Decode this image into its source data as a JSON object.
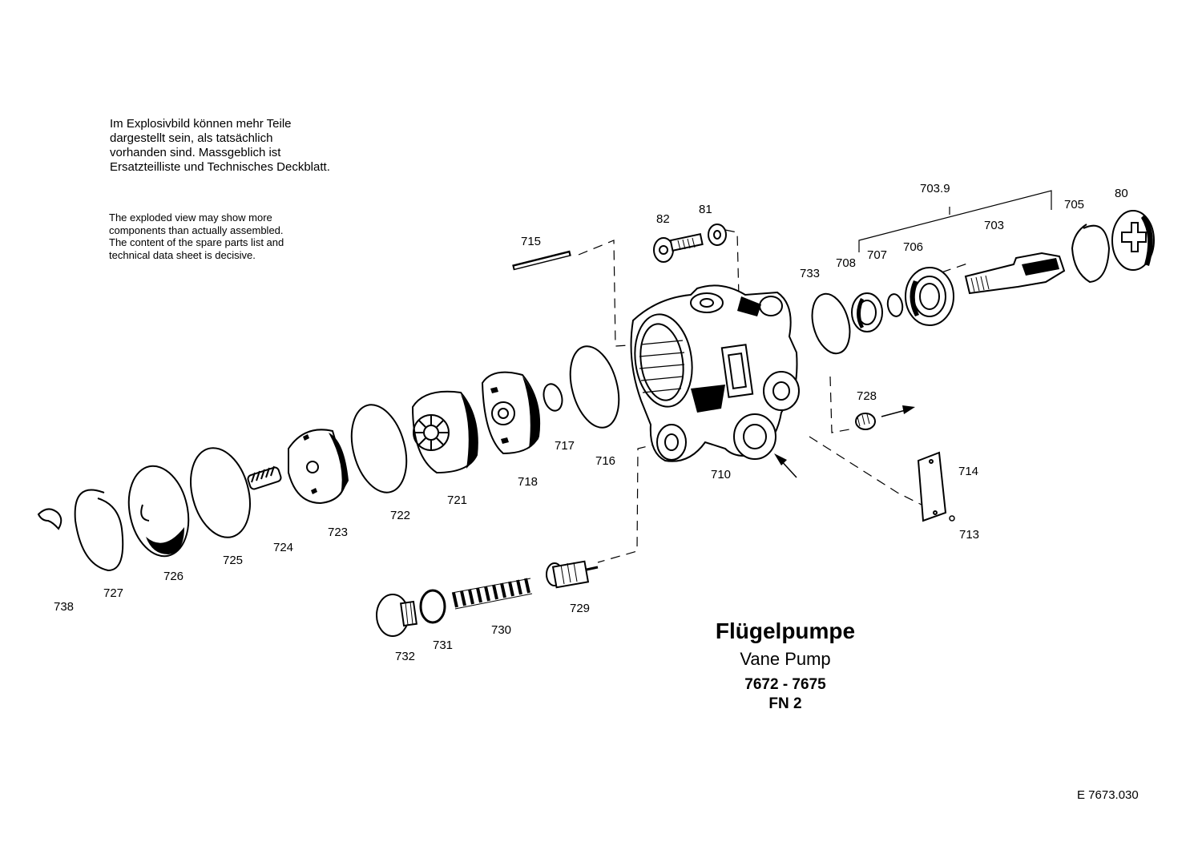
{
  "notes": {
    "de": [
      "Im Explosivbild können mehr Teile",
      "dargestellt sein, als tatsächlich",
      "vorhanden sind. Massgeblich ist",
      "Ersatzteilliste und Technisches Deckblatt."
    ],
    "en": [
      "The exploded view may show more",
      "components than actually assembled.",
      "The content of the spare parts list and",
      "technical data sheet is decisive."
    ]
  },
  "title": {
    "de": "Flügelpumpe",
    "en": "Vane Pump",
    "model_range": "7672 - 7675",
    "fn": "FN 2"
  },
  "reference": "E  7673.030",
  "parts": {
    "p80": "80",
    "p81": "81",
    "p82": "82",
    "p703": "703",
    "p7039": "703.9",
    "p705": "705",
    "p706": "706",
    "p707": "707",
    "p708": "708",
    "p710": "710",
    "p713": "713",
    "p714": "714",
    "p715": "715",
    "p716": "716",
    "p717": "717",
    "p718": "718",
    "p721": "721",
    "p722": "722",
    "p723": "723",
    "p724": "724",
    "p725": "725",
    "p726": "726",
    "p727": "727",
    "p728": "728",
    "p729": "729",
    "p730": "730",
    "p731": "731",
    "p732": "732",
    "p733": "733",
    "p738": "738"
  }
}
